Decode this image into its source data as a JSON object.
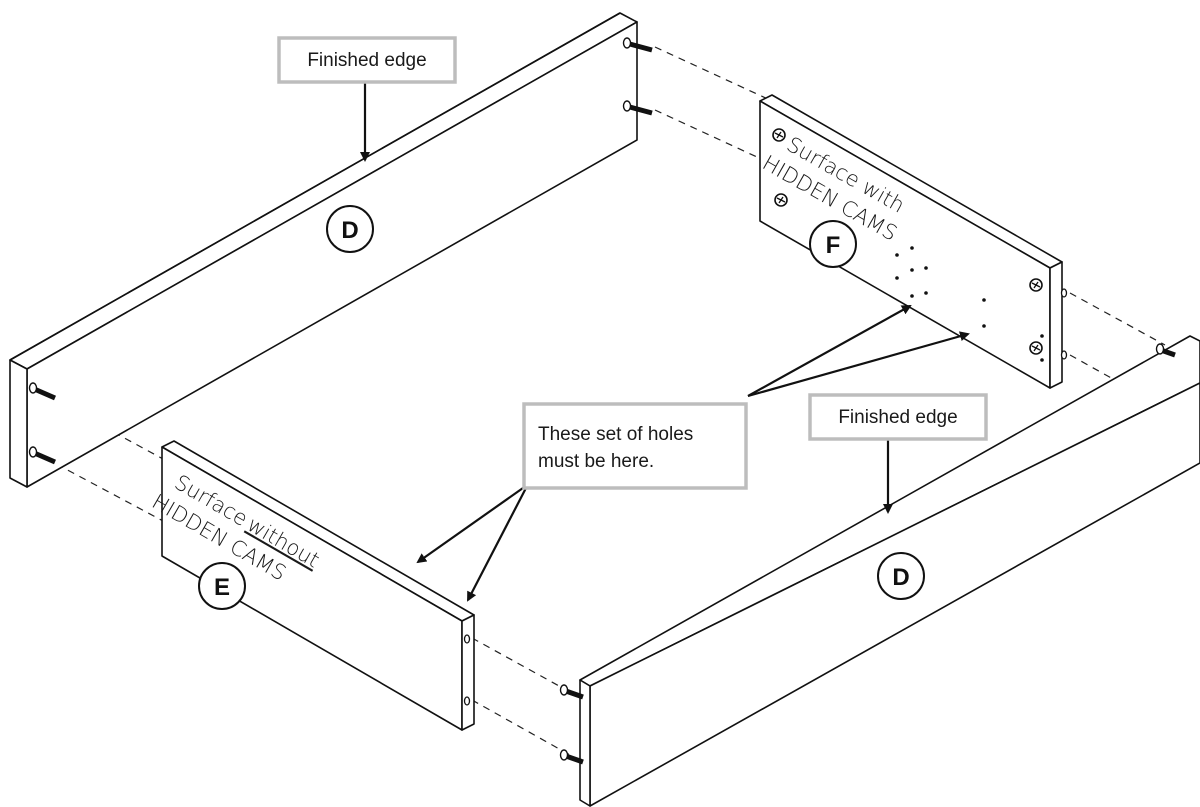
{
  "callouts": {
    "finished_edge_top": "Finished edge",
    "finished_edge_right": "Finished edge",
    "holes_line1": "These set of holes",
    "holes_line2": "must be here."
  },
  "surfaces": {
    "with_line1": "Surface with",
    "with_line2": "HIDDEN CAMS",
    "without_word1": "Surface",
    "without_word2": "without",
    "without_line2": "HIDDEN CAMS"
  },
  "parts": {
    "d_top": "D",
    "d_bottom": "D",
    "e": "E",
    "f": "F"
  },
  "icons": [
    "cam-lock-icon",
    "dowel-pin-icon",
    "arrow-icon"
  ]
}
